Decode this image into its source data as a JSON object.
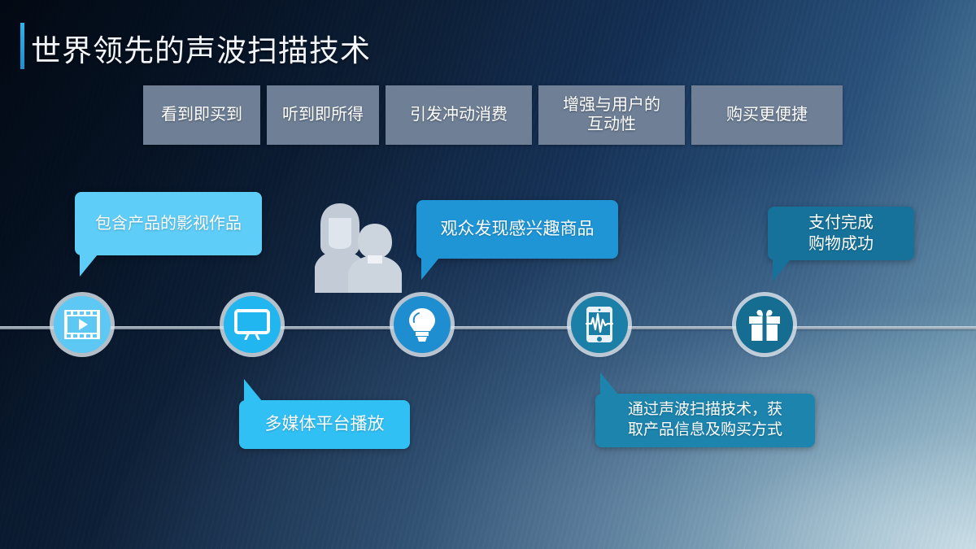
{
  "slide": {
    "title": "世界领先的声波扫描技术",
    "accent_color": "#2fb3ec",
    "background_dark": "#05101f",
    "background_light": "#93b8c9"
  },
  "feature_boxes": [
    {
      "label": "看到即买到",
      "color": "#6e7f96"
    },
    {
      "label": "听到即所得",
      "color": "#6e7f96"
    },
    {
      "label": "引发冲动消费",
      "color": "#6e7f96"
    },
    {
      "label": "增强与用户的\n互动性",
      "line1": "增强与用户的",
      "line2": "互动性",
      "color": "#6e7f96"
    },
    {
      "label": "购买更便捷",
      "color": "#6e7f96"
    }
  ],
  "timeline": {
    "line_color": "#8e99a6",
    "nodes": [
      {
        "icon": "film-play-icon",
        "color": "#5ec8f5",
        "glyph_color": "#ffffff"
      },
      {
        "icon": "tv-monitor-icon",
        "color": "#22b6f0",
        "glyph_color": "#ffffff"
      },
      {
        "icon": "lightbulb-icon",
        "color": "#1f8ed0",
        "glyph_color": "#ffffff"
      },
      {
        "icon": "smartphone-waveform-icon",
        "color": "#1b7fa8",
        "glyph_color": "#ffffff"
      },
      {
        "icon": "gift-box-icon",
        "color": "#166d92",
        "glyph_color": "#ffffff"
      }
    ]
  },
  "callouts": [
    {
      "id": "callout-film",
      "line1": "包含产品的影视作品",
      "line2": "",
      "color": "#5ecdf7",
      "position": "above"
    },
    {
      "id": "callout-multimedia",
      "line1": "多媒体平台播放",
      "line2": "",
      "color": "#31c0f4",
      "position": "below"
    },
    {
      "id": "callout-discover",
      "line1": "观众发现感兴趣商品",
      "line2": "",
      "color": "#1f95d6",
      "position": "above"
    },
    {
      "id": "callout-scan",
      "line1": "通过声波扫描技术，获",
      "line2": "取产品信息及购买方式",
      "color": "#1d84ad",
      "position": "below"
    },
    {
      "id": "callout-payment",
      "line1": "支付完成",
      "line2": "购物成功",
      "color": "#16729a",
      "position": "above"
    }
  ],
  "people": {
    "label": "viewers-silhouette",
    "color": "#c6ced8"
  }
}
